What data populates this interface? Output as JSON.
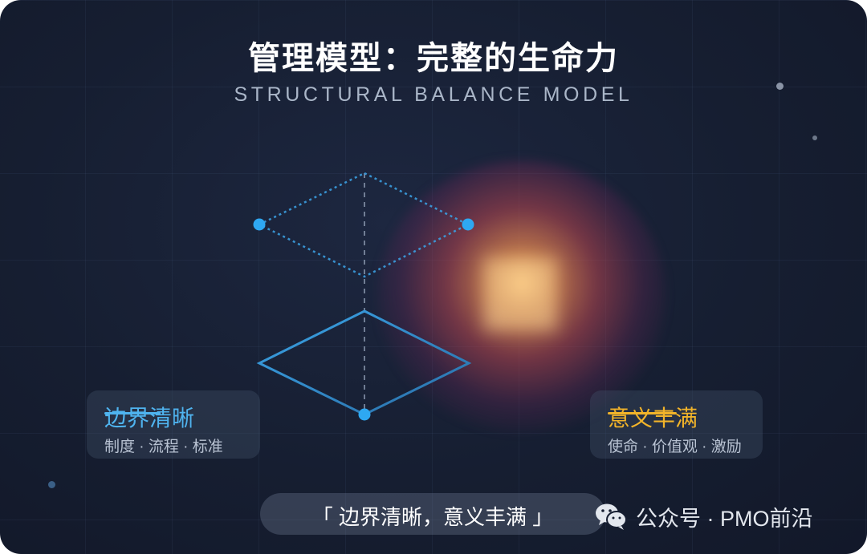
{
  "header": {
    "title": "管理模型：完整的生命力",
    "subtitle": "STRUCTURAL BALANCE MODEL"
  },
  "left_card": {
    "title": "边界清晰",
    "subtitle": "制度 · 流程 · 标准",
    "color": "#4fb3ee"
  },
  "right_card": {
    "title": "意义丰满",
    "subtitle": "使命 · 价值观 · 激励",
    "color": "#f2b42a"
  },
  "footer": {
    "quote": "「 边界清晰，意义丰满 」"
  },
  "watermark": {
    "text": "公众号 · PMO前沿",
    "icon": "wechat-icon"
  },
  "colors": {
    "background": "#161e31",
    "accent_blue": "#2e9fe6",
    "accent_gold": "#f2b42a"
  }
}
